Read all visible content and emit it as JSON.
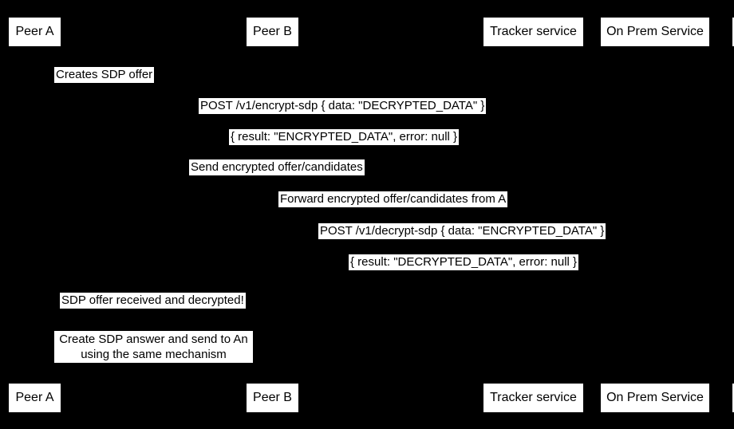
{
  "colors": {
    "background": "#000000",
    "box_fill": "#ffffff",
    "box_text": "#000000"
  },
  "diagram_type": "sequence-diagram",
  "actors": [
    {
      "label": "Peer A"
    },
    {
      "label": "Peer B"
    },
    {
      "label": "Tracker service"
    },
    {
      "label": "On Prem Service"
    }
  ],
  "messages": [
    {
      "text": "Creates SDP offer"
    },
    {
      "text": "POST /v1/encrypt-sdp { data: \"DECRYPTED_DATA\" }"
    },
    {
      "text": "{ result: \"ENCRYPTED_DATA\", error: null }"
    },
    {
      "text": "Send encrypted offer/candidates"
    },
    {
      "text": "Forward encrypted offer/candidates from A"
    },
    {
      "text": "POST /v1/decrypt-sdp { data: \"ENCRYPTED_DATA\" }"
    },
    {
      "text": "{ result: \"DECRYPTED_DATA\", error: null }"
    },
    {
      "text": "SDP offer received and decrypted!"
    },
    {
      "text": "Create SDP answer and send to An using the same mechanism"
    }
  ]
}
